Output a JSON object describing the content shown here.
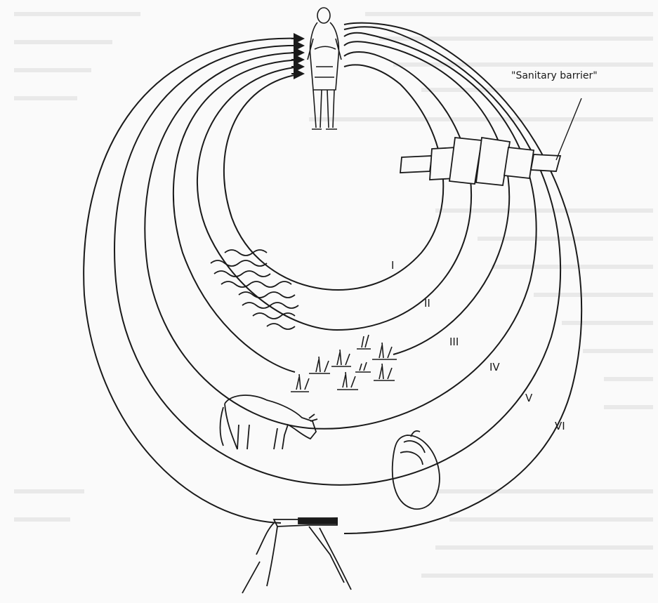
{
  "diagram": {
    "barrier_label": "\"Sanitary barrier\"",
    "routes": [
      {
        "numeral": "I"
      },
      {
        "numeral": "II"
      },
      {
        "numeral": "III"
      },
      {
        "numeral": "IV"
      },
      {
        "numeral": "V"
      },
      {
        "numeral": "VI"
      }
    ],
    "icons": {
      "person": "person-icon",
      "water": "water-waves-icon",
      "grass": "grass-tufts-icon",
      "cow": "cow-icon",
      "snail": "snail-icon",
      "pipette": "dropper-icon",
      "barrier": "barrier-blocks-icon"
    },
    "colors": {
      "ink": "#1a1a1a",
      "paper": "#fafafa",
      "bleed_text": "#d6d6d6"
    }
  }
}
